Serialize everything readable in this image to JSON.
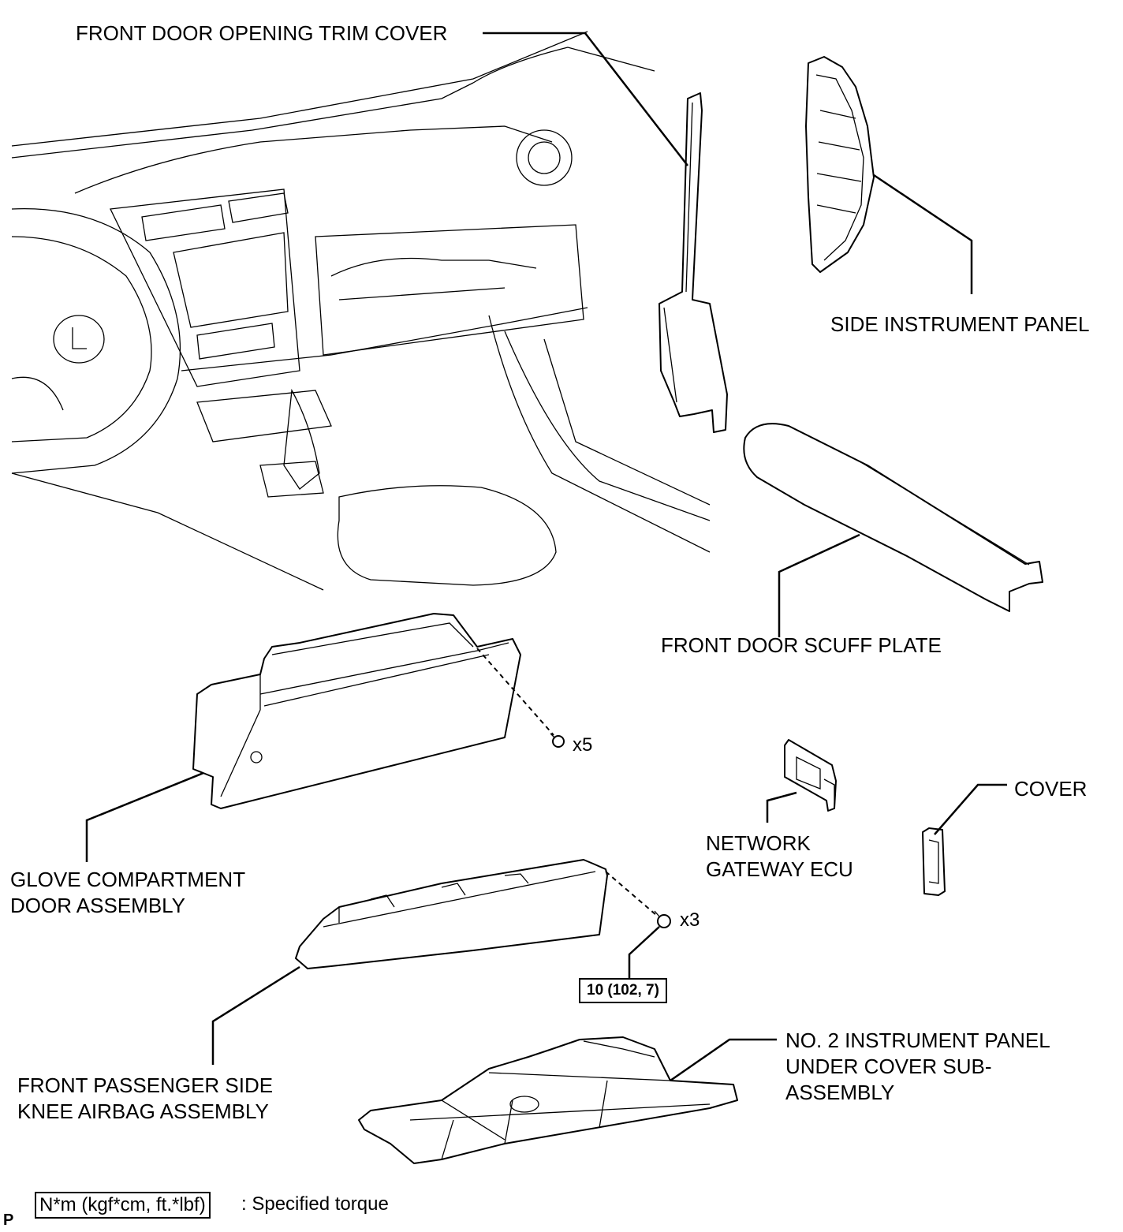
{
  "labels": {
    "front_door_opening_trim_cover": "FRONT DOOR OPENING TRIM COVER",
    "side_instrument_panel": "SIDE INSTRUMENT PANEL",
    "front_door_scuff_plate": "FRONT DOOR SCUFF PLATE",
    "glove_compartment_line1": "GLOVE COMPARTMENT",
    "glove_compartment_line2": "DOOR ASSEMBLY",
    "network_gateway_line1": "NETWORK",
    "network_gateway_line2": "GATEWAY ECU",
    "cover": "COVER",
    "knee_airbag_line1": "FRONT PASSENGER SIDE",
    "knee_airbag_line2": "KNEE AIRBAG ASSEMBLY",
    "under_cover_line1": "NO. 2 INSTRUMENT PANEL",
    "under_cover_line2": "UNDER COVER SUB-",
    "under_cover_line3": "ASSEMBLY"
  },
  "fasteners": {
    "glove_qty": "x5",
    "airbag_qty": "x3"
  },
  "torque": {
    "airbag_bolt": "10 (102, 7)"
  },
  "legend": {
    "unit_box": "N*m (kgf*cm, ft.*lbf)",
    "description": ": Specified torque"
  },
  "corner_mark": "P"
}
